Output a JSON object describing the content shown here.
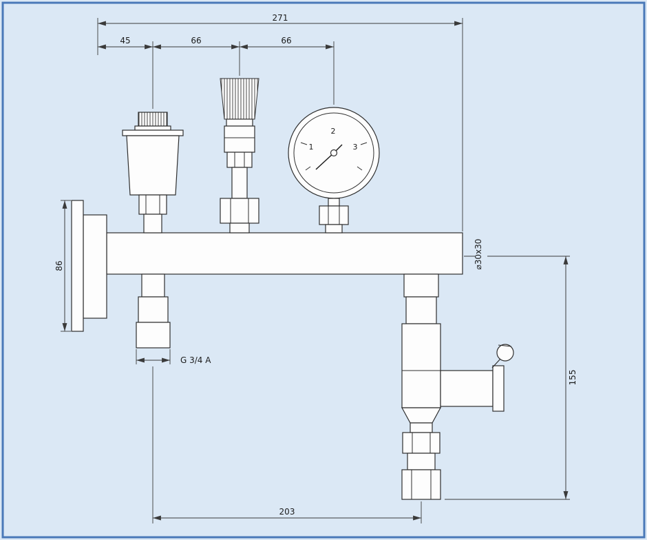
{
  "colors": {
    "background": "#dbe8f5",
    "frame_border": "#4a79b8",
    "line": "#2e2e2e"
  },
  "labels": {
    "dim_total_width": "271",
    "dim_left_offset": "45",
    "dim_mid_spacing": "66",
    "dim_right_spacing": "66",
    "dim_flange_height": "86",
    "thread_size": "G 3/4 A",
    "bar_section": "⌀30x30",
    "dim_right_height": "155",
    "dim_bottom_span": "203"
  },
  "gauge_scale": {
    "mark_1": "1",
    "mark_2": "2",
    "mark_3": "3"
  }
}
